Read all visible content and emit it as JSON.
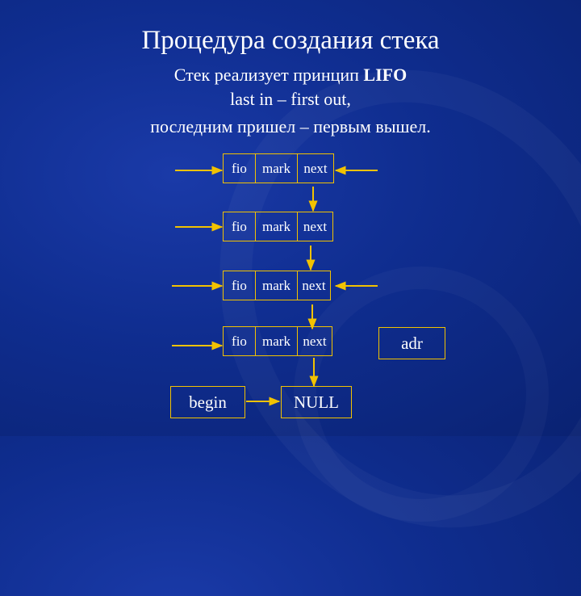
{
  "slide": {
    "title": "Процедура создания стека",
    "line1_pre": "Стек реализует принцип ",
    "line1_bold": "LIFO",
    "line2": "last in – first out,",
    "line3": "последним пришел – первым вышел."
  },
  "nodes": [
    {
      "fio": "fio",
      "mark": "mark",
      "next": "next"
    },
    {
      "fio": "fio",
      "mark": "mark",
      "next": "next"
    },
    {
      "fio": "fio",
      "mark": "mark",
      "next": "next"
    },
    {
      "fio": "fio",
      "mark": "mark",
      "next": "next"
    }
  ],
  "begin_label": "begin",
  "null_label": "NULL",
  "adr_label": "adr",
  "colors": {
    "background": "#0f2d8f",
    "accent": "#f2c200",
    "text": "#ffffff"
  }
}
